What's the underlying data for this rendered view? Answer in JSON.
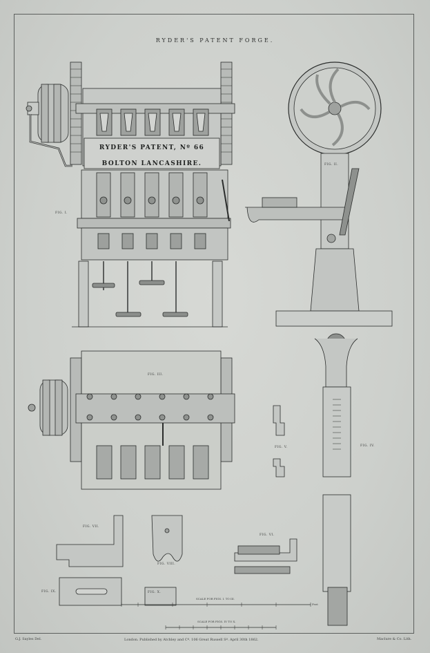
{
  "plate": {
    "title": "RYDER'S PATENT FORGE.",
    "nameplate_line1": "RYDER'S PATENT, Nº 66",
    "nameplate_line2": "BOLTON LANCASHIRE."
  },
  "figures": {
    "fig1": "FIG. I.",
    "fig2": "FIG. II.",
    "fig3": "FIG. III.",
    "fig4": "FIG. IV.",
    "fig5": "FIG. V.",
    "fig6": "FIG. VI.",
    "fig7": "FIG. VII.",
    "fig8": "FIG. VIII.",
    "fig9": "FIG. IX.",
    "fig10": "FIG. X."
  },
  "scales": {
    "upper": "SCALE FOR FIGS. I. TO III.",
    "lower": "SCALE FOR FIGS. IV TO X.",
    "feet": "Feet"
  },
  "imprint": {
    "engraver": "G.J. Sayles Del.",
    "publisher": "London. Published by Atchley and Cº. 106 Great Russell Sº. April 30th 1862.",
    "lithographer": "Maclure & Co. Lith."
  }
}
